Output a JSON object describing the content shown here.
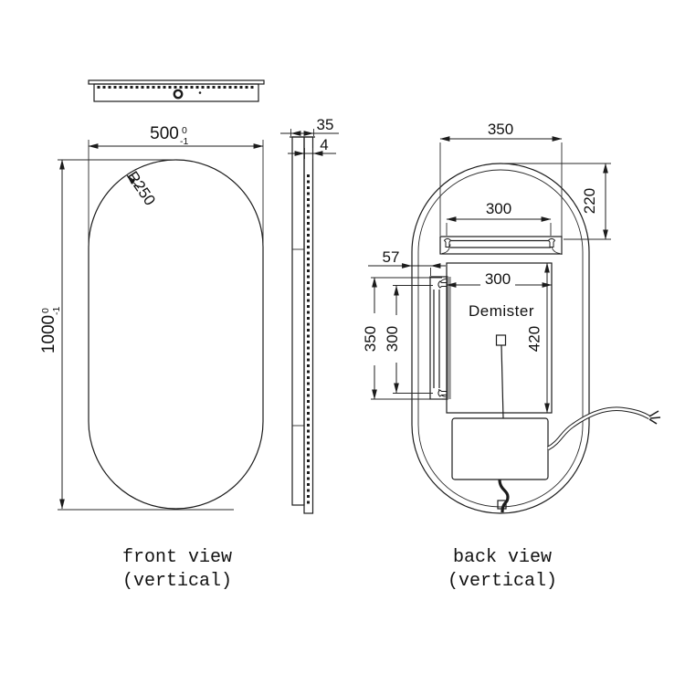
{
  "front": {
    "caption1": "front view",
    "caption2": "(vertical)",
    "width": "500",
    "width_tol_up": "0",
    "width_tol_dn": "-1",
    "height": "1000",
    "height_tol_up": "0",
    "height_tol_dn": "-1",
    "radius": "R250"
  },
  "side": {
    "depth": "35",
    "glass": "4"
  },
  "back": {
    "caption1": "back view",
    "caption2": "(vertical)",
    "bracket_width": "350",
    "hook_span": "300",
    "top_offset": "220",
    "edge_offset": "57",
    "vbracket_height": "350",
    "vhook_span": "300",
    "pad_width": "300",
    "pad_height": "420",
    "demister_label": "Demister"
  },
  "colors": {
    "line": "#1c1c1c",
    "pad_edge_gray": "#999999",
    "background": "#ffffff"
  }
}
